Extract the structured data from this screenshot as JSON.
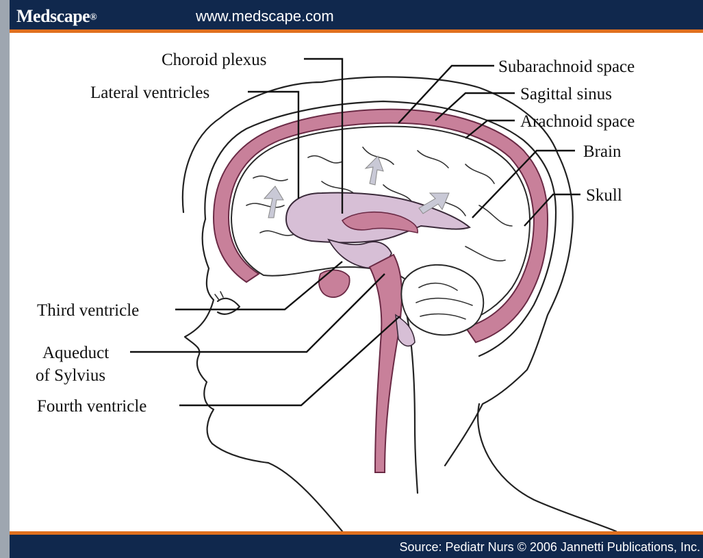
{
  "header": {
    "brand": "Medscape",
    "brand_mark": "®",
    "url": "www.medscape.com"
  },
  "footer": {
    "source": "Source: Pediatr Nurs © 2006 Jannetti Publications, Inc."
  },
  "diagram": {
    "labels": {
      "choroid_plexus": "Choroid plexus",
      "lateral_ventricles": "Lateral ventricles",
      "subarachnoid_space": "Subarachnoid space",
      "sagittal_sinus": "Sagittal sinus",
      "arachnoid_space": "Arachnoid space",
      "brain": "Brain",
      "skull": "Skull",
      "third_ventricle": "Third ventricle",
      "aqueduct_line1": "Aqueduct",
      "aqueduct_line2": "of Sylvius",
      "fourth_ventricle": "Fourth ventricle"
    },
    "colors": {
      "csf_pink": "#c8809a",
      "ventricle_lavender": "#d7bfd6",
      "flow_arrow": "#c9c9d6"
    }
  }
}
